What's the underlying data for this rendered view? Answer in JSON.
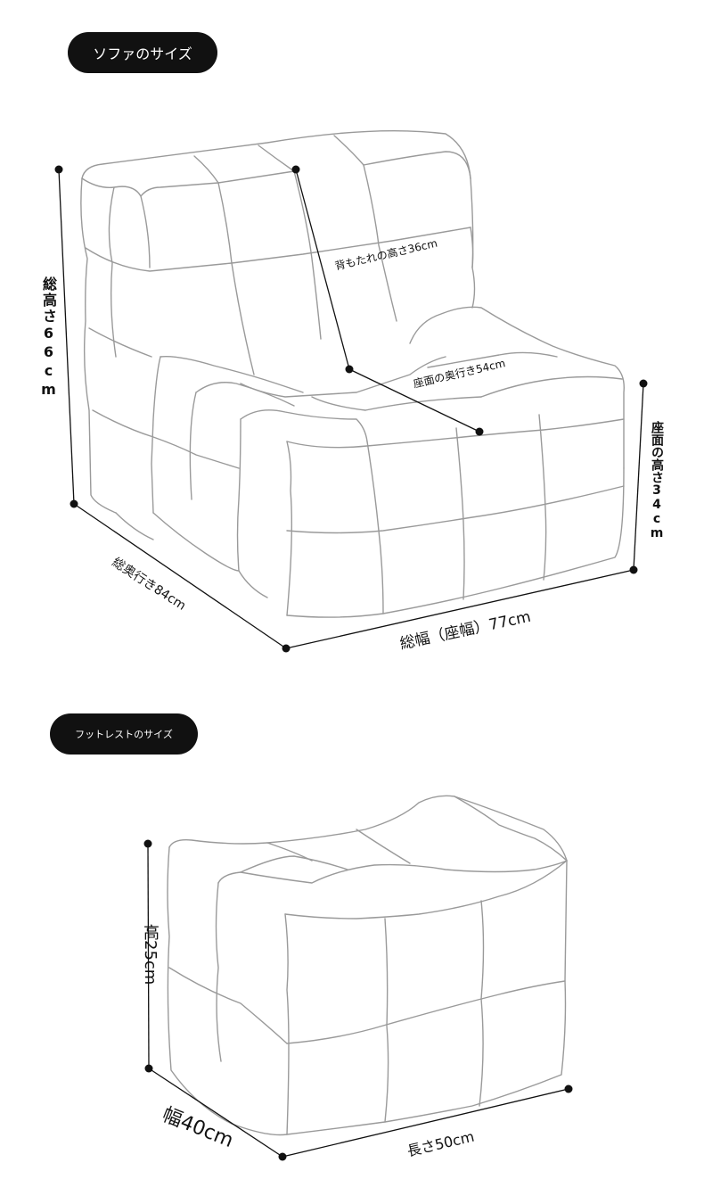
{
  "sofa": {
    "title": "ソファのサイズ",
    "total_height": "総高さ66cm",
    "backrest_height": "背もたれの高さ36cm",
    "seat_depth": "座面の奥行き54cm",
    "seat_height": "座面の高さ34cm",
    "total_depth": "総奥行き84cm",
    "total_width": "総幅（座幅）77cm"
  },
  "footrest": {
    "title": "フットレストのサイズ",
    "height": "高25cm",
    "width": "幅40cm",
    "length": "長さ50cm"
  }
}
